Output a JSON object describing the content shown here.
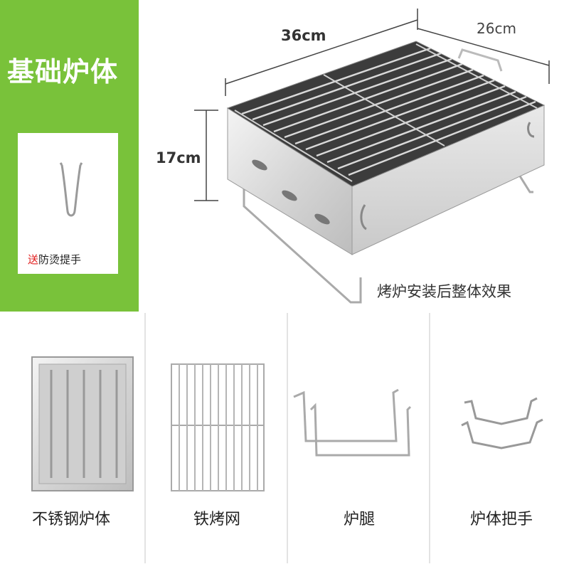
{
  "sidebar": {
    "title": "基础炉体",
    "gift_prefix": "送",
    "gift_text": "防烫提手"
  },
  "hero": {
    "dim_length": "36cm",
    "dim_width": "26cm",
    "dim_height": "17cm",
    "caption": "烤炉安装后整体效果"
  },
  "parts": [
    {
      "label": "不锈钢炉体"
    },
    {
      "label": "铁烤网"
    },
    {
      "label": "炉腿"
    },
    {
      "label": "炉体把手"
    }
  ],
  "colors": {
    "panel_green": "#79c23a",
    "gift_red": "#e21b1b"
  }
}
